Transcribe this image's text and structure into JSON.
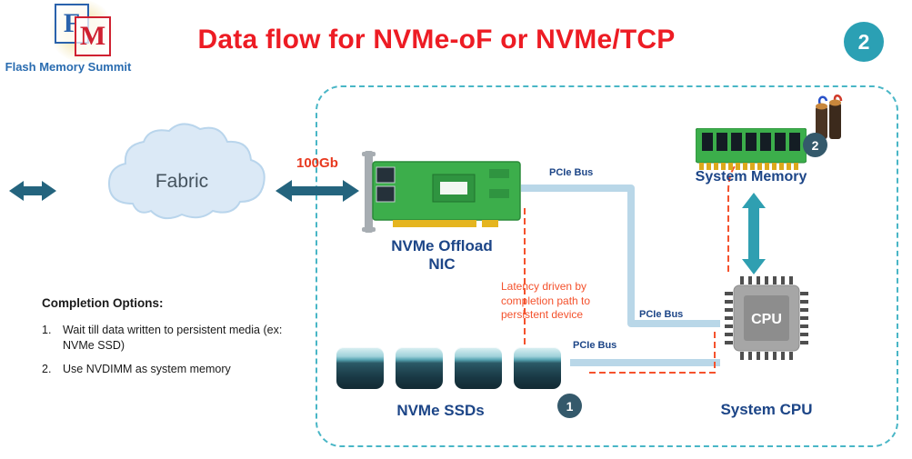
{
  "slide": {
    "title": "Data flow for NVMe-oF or NVMe/TCP",
    "page_number": "2"
  },
  "logo": {
    "letter_f": "F",
    "letter_m": "M",
    "text": "Flash Memory Summit"
  },
  "fabric": {
    "label": "Fabric",
    "link_speed": "100Gb"
  },
  "diagram": {
    "nic_label": "NVMe Offload\nNIC",
    "memory_label": "System Memory",
    "cpu_label": "System CPU",
    "cpu_chip_label": "CPU",
    "ssd_label": "NVMe SSDs",
    "pcie_bus_labels": [
      "PCIe Bus",
      "PCIe Bus",
      "PCIe Bus"
    ],
    "latency_note": "Latency driven by\ncompletion path to\npersistent device",
    "badge_ssd": "1",
    "badge_memory": "2"
  },
  "completion_options": {
    "heading": "Completion Options:",
    "items": [
      {
        "num": "1.",
        "text": "Wait till data written to persistent media (ex: NVMe SSD)"
      },
      {
        "num": "2.",
        "text": "Use NVDIMM as system memory"
      }
    ]
  },
  "colors": {
    "title_red": "#ed1c24",
    "label_blue": "#1c4587",
    "teal_accent": "#2ba0b4",
    "bus_blue": "#b9d7e8",
    "completion_orange": "#f4522d",
    "dashed_box_teal": "#49b6c6"
  }
}
